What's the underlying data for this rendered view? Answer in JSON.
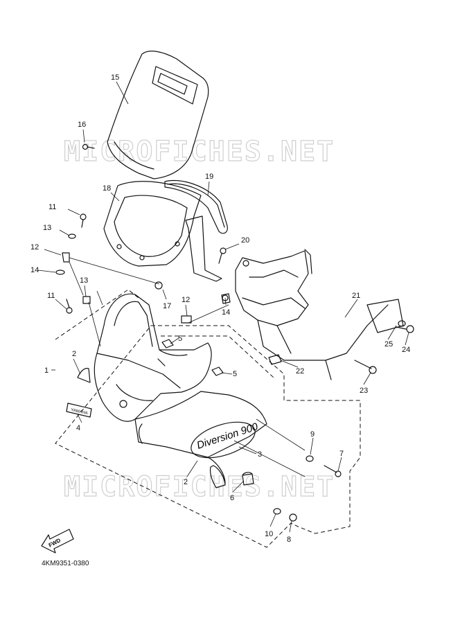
{
  "diagram_code": "4KM9351-0380",
  "watermark": "MICROFICHES.NET",
  "fwd_label": "FWD",
  "emblem_text": "YAMAHA",
  "logo_lettering": "Diversion 900",
  "callouts": {
    "c1": "1",
    "c2a": "2",
    "c2b": "2",
    "c3": "3",
    "c4": "4",
    "c5a": "5",
    "c5b": "5",
    "c6": "6",
    "c7": "7",
    "c8": "8",
    "c9": "9",
    "c10": "10",
    "c11a": "11",
    "c11b": "11",
    "c12a": "12",
    "c12b": "12",
    "c13a": "13",
    "c13b": "13",
    "c14a": "14",
    "c14b": "14",
    "c15": "15",
    "c16": "16",
    "c17": "17",
    "c18": "18",
    "c19": "19",
    "c20": "20",
    "c21": "21",
    "c22": "22",
    "c23": "23",
    "c24": "24",
    "c25": "25"
  }
}
